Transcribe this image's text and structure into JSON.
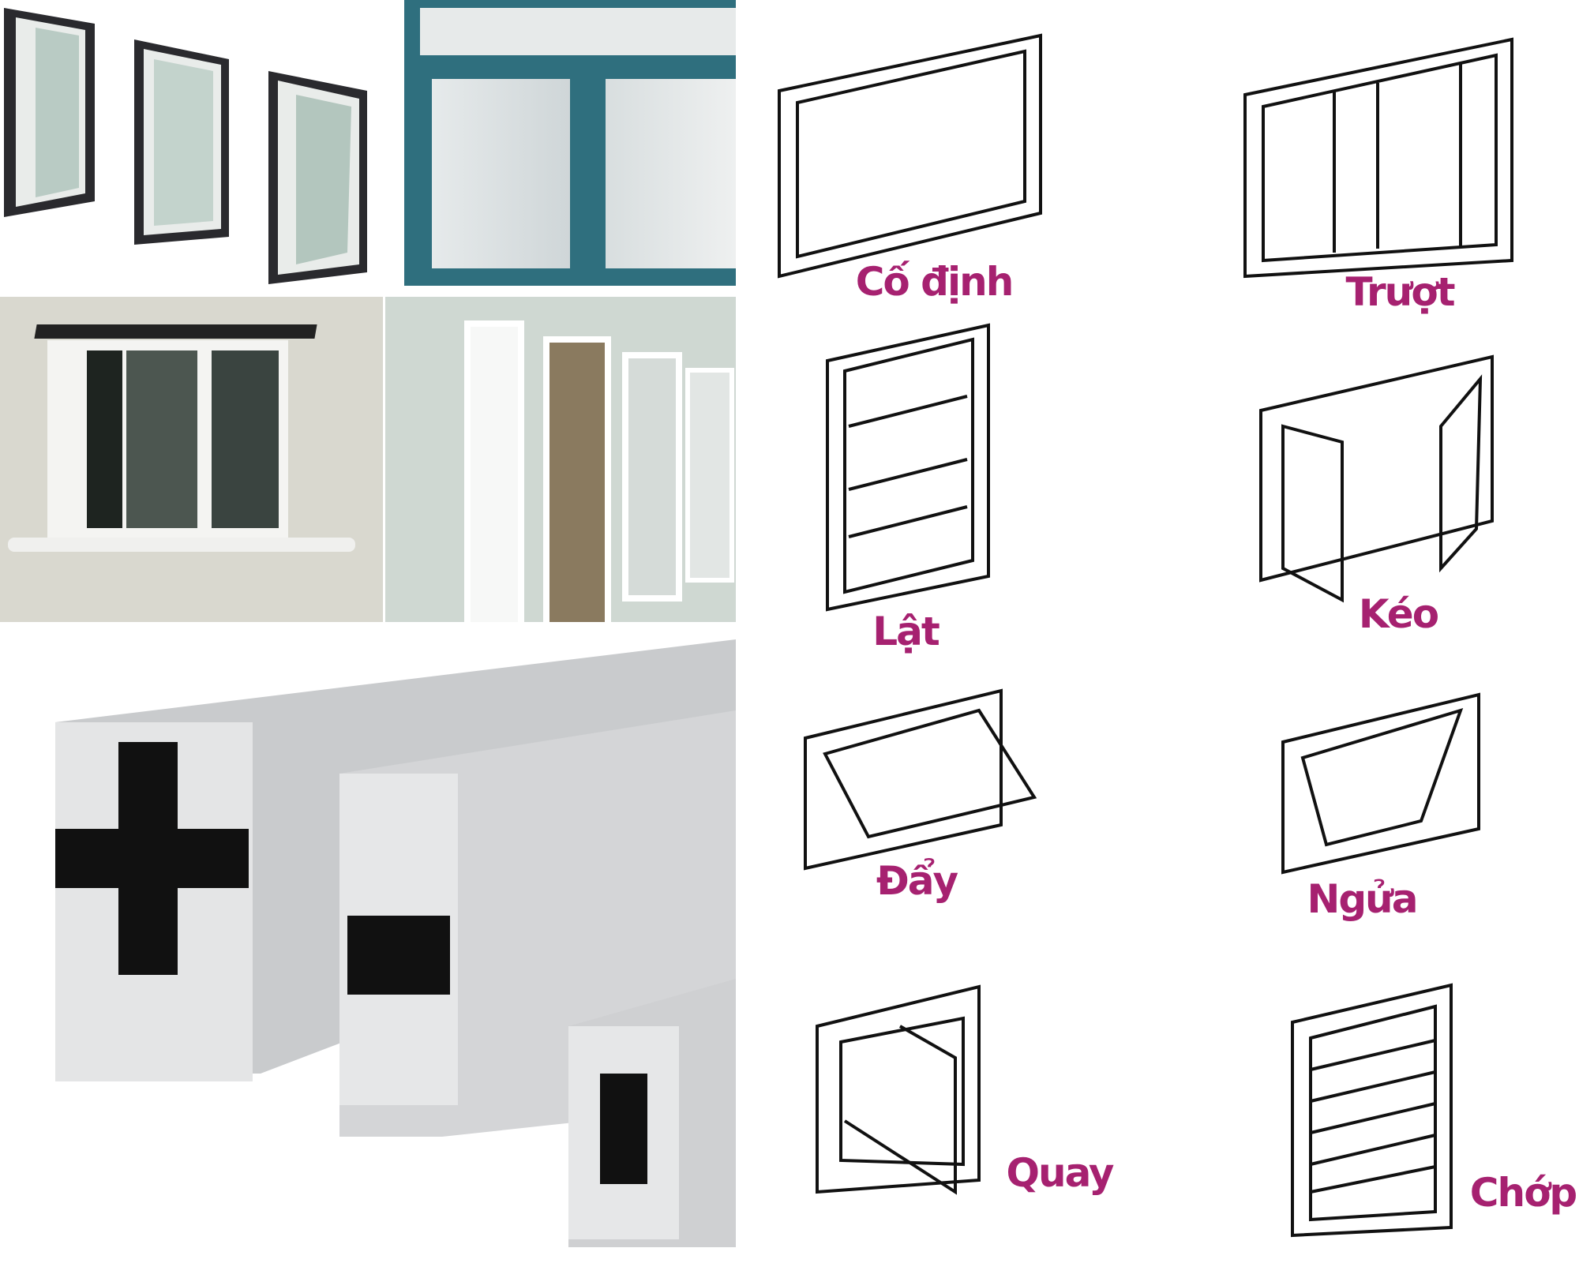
{
  "accent_color": "#a62170",
  "window_types": [
    {
      "label": "Cố định"
    },
    {
      "label": "Trượt"
    },
    {
      "label": "Lật"
    },
    {
      "label": "Kéo"
    },
    {
      "label": "Đẩy"
    },
    {
      "label": "Ngửa"
    },
    {
      "label": "Quay"
    },
    {
      "label": "Chớp"
    }
  ]
}
